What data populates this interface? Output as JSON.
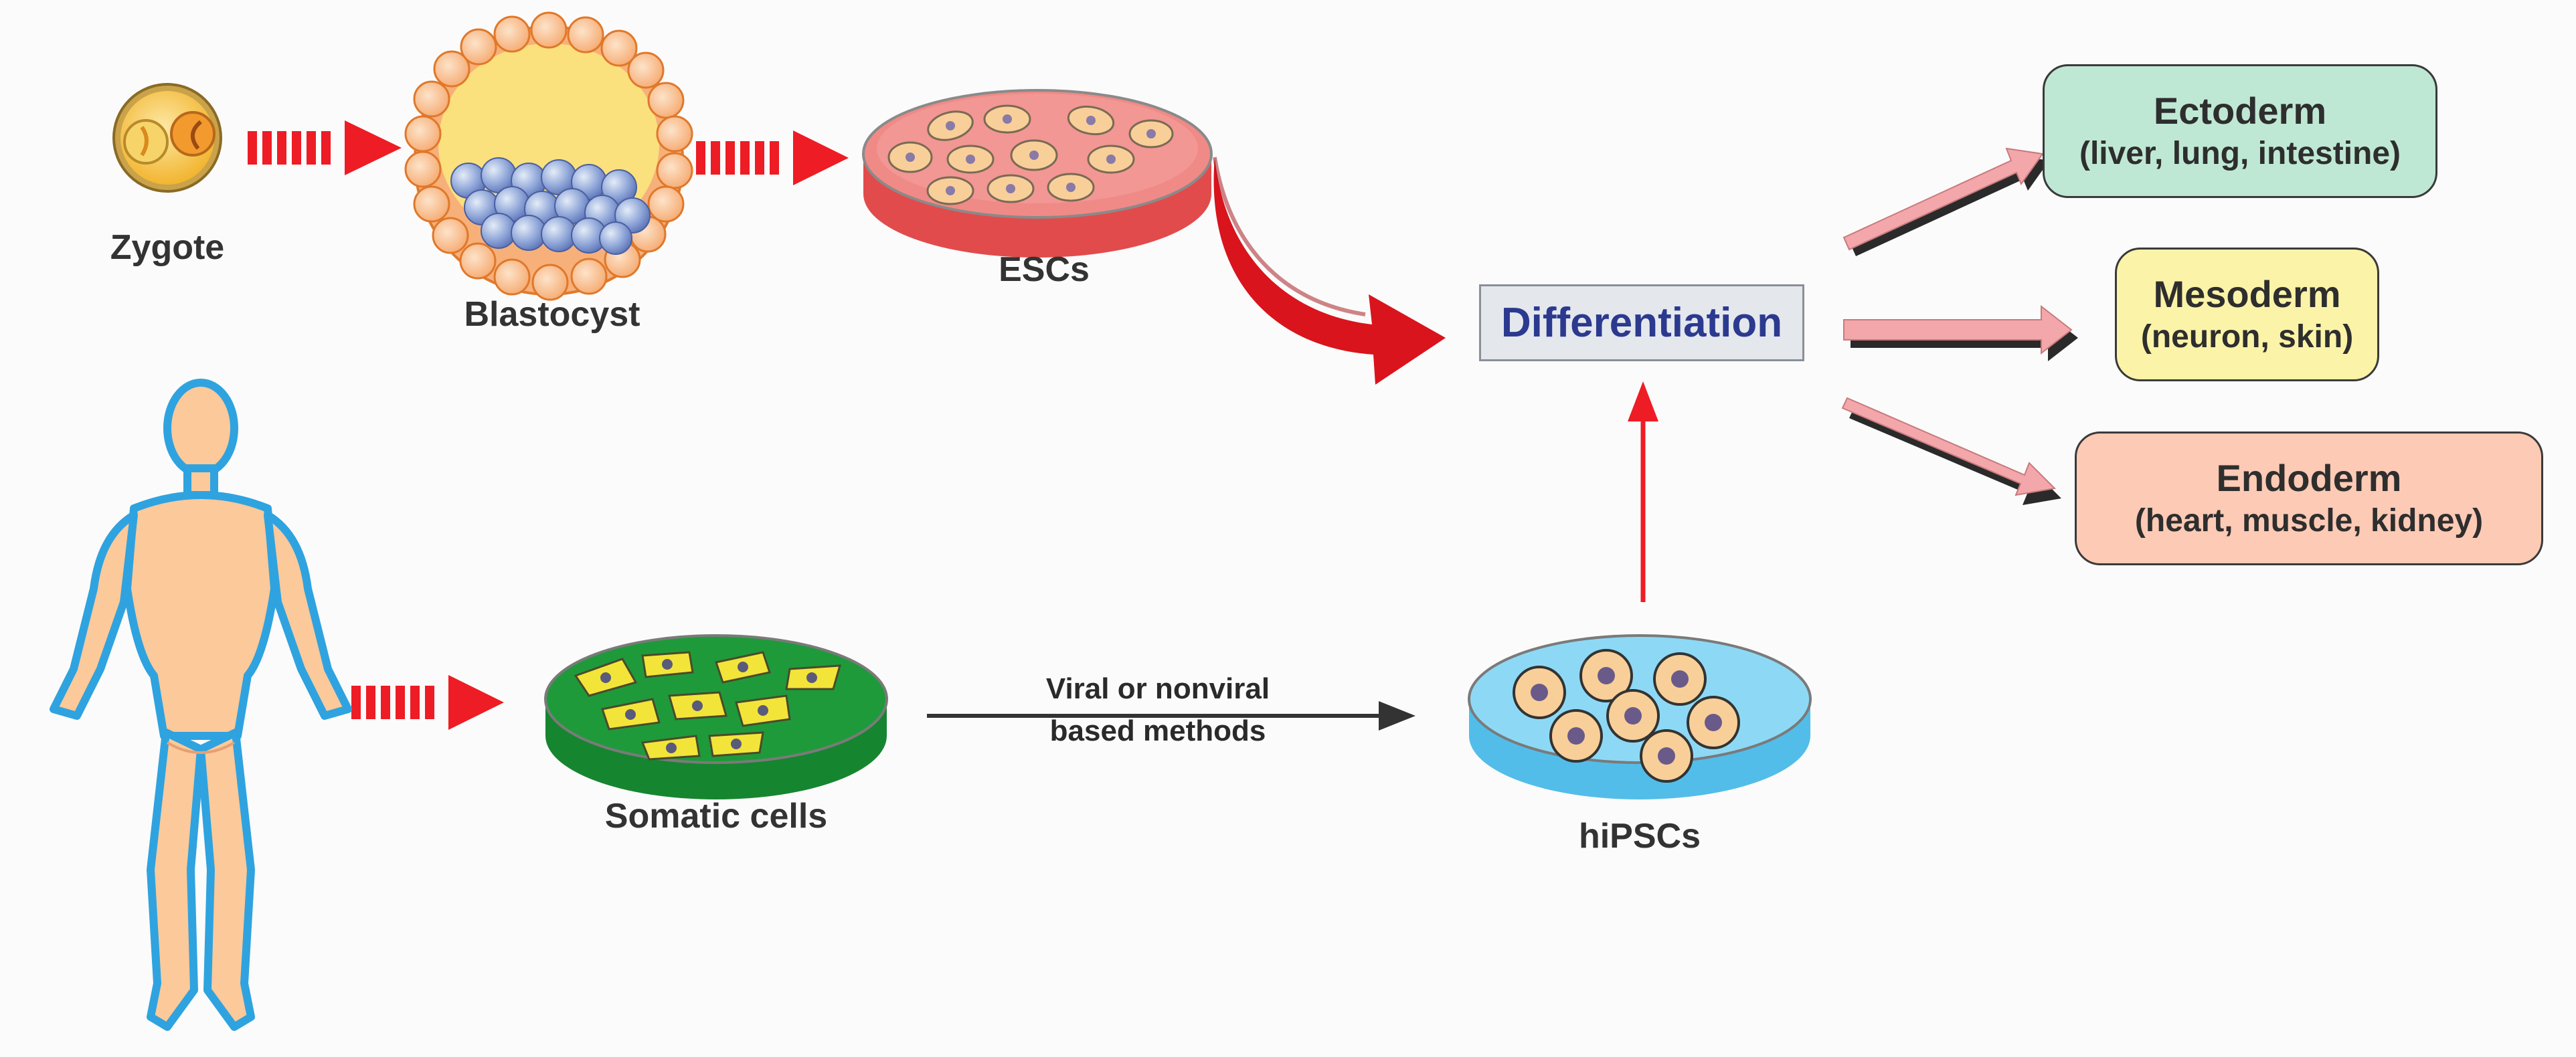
{
  "colors": {
    "red_arrow": "#ee1c24",
    "pink_arrow": "#f4a7aa",
    "ectoderm_fill": "#bfe8d4",
    "mesoderm_fill": "#fbf3a7",
    "endoderm_fill": "#fccab5",
    "differentiation_text": "#2b3a8f",
    "esc_dish": "#ee6464",
    "somatic_dish": "#1f9a3a",
    "hipsc_dish": "#6fcdf0",
    "body_skin": "#fbc99a",
    "body_outline": "#2fa3df"
  },
  "labels": {
    "zygote": "Zygote",
    "blastocyst": "Blastocyst",
    "escs": "ESCs",
    "somatic": "Somatic cells",
    "hipscs": "hiPSCs",
    "method_line1": "Viral or nonviral",
    "method_line2": "based methods",
    "differentiation": "Differentiation"
  },
  "germ_layers": [
    {
      "name": "Ectoderm",
      "examples": "(liver, lung, intestine)"
    },
    {
      "name": "Mesoderm",
      "examples": "(neuron, skin)"
    },
    {
      "name": "Endoderm",
      "examples": "(heart, muscle, kidney)"
    }
  ]
}
